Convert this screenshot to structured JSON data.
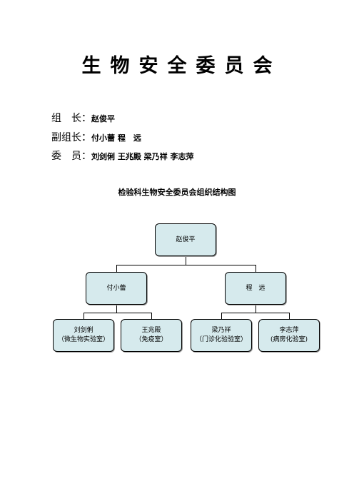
{
  "title": "生物安全委员会",
  "roles": [
    {
      "label": "组　长：",
      "value": "赵俊平"
    },
    {
      "label": "副组长：",
      "value": "付小蕾  程　远"
    },
    {
      "label": "委　员：",
      "value": "刘剑俐  王兆殿  梁乃祥  李志萍"
    }
  ],
  "org_chart": {
    "title": "检验科生物安全委员会组织结构图",
    "root": {
      "name": "赵俊平"
    },
    "deputies": [
      {
        "name": "付小蕾"
      },
      {
        "name": "程　远"
      }
    ],
    "members": [
      {
        "name": "刘剑俐",
        "dept": "（微生物实验室）"
      },
      {
        "name": "王兆殿",
        "dept": "（免疫室）"
      },
      {
        "name": "梁乃祥",
        "dept": "（门诊化验验室）"
      },
      {
        "name": "李志萍",
        "dept": "(病房化验室)"
      }
    ]
  }
}
